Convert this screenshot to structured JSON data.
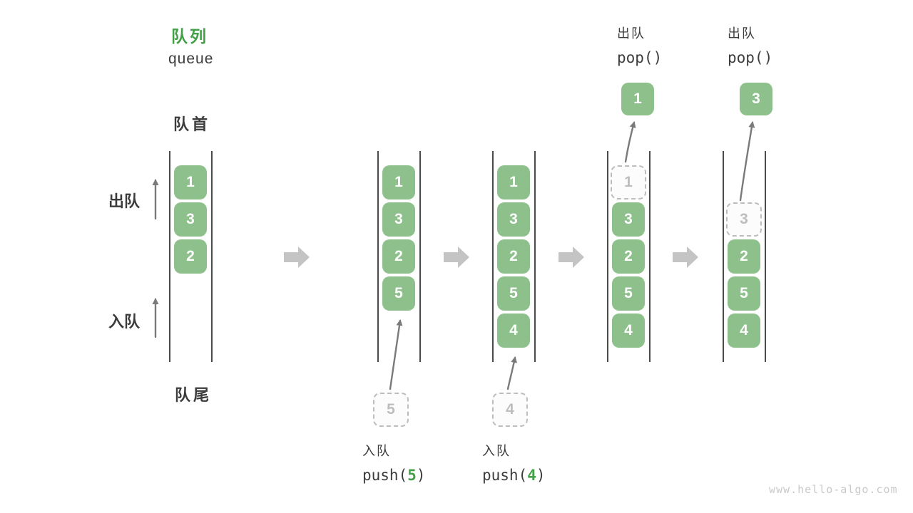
{
  "title": {
    "zh": "队列",
    "en": "queue"
  },
  "side_labels": {
    "front": "队首",
    "rear": "队尾",
    "dequeue": "出队",
    "enqueue": "入队"
  },
  "colors": {
    "accent_green": "#43A047",
    "box_green": "#8DC08B",
    "text_dark": "#3C3C3C",
    "step_arrow_gray": "#C4C4C4",
    "thin_arrow_gray": "#7A7A7A",
    "dashed_gray": "#BDBDBD"
  },
  "states": [
    {
      "name": "initial",
      "cells": [
        {
          "row": 0,
          "value": "1",
          "type": "solid"
        },
        {
          "row": 1,
          "value": "3",
          "type": "solid"
        },
        {
          "row": 2,
          "value": "2",
          "type": "solid"
        }
      ]
    },
    {
      "name": "push-5",
      "op": {
        "label": "入队",
        "code_before": "push(",
        "code_value": "5",
        "code_after": ")"
      },
      "incoming_value": "5",
      "cells": [
        {
          "row": 0,
          "value": "1",
          "type": "solid"
        },
        {
          "row": 1,
          "value": "3",
          "type": "solid"
        },
        {
          "row": 2,
          "value": "2",
          "type": "solid"
        },
        {
          "row": 3,
          "value": "5",
          "type": "solid"
        }
      ]
    },
    {
      "name": "push-4",
      "op": {
        "label": "入队",
        "code_before": "push(",
        "code_value": "4",
        "code_after": ")"
      },
      "incoming_value": "4",
      "cells": [
        {
          "row": 0,
          "value": "1",
          "type": "solid"
        },
        {
          "row": 1,
          "value": "3",
          "type": "solid"
        },
        {
          "row": 2,
          "value": "2",
          "type": "solid"
        },
        {
          "row": 3,
          "value": "5",
          "type": "solid"
        },
        {
          "row": 4,
          "value": "4",
          "type": "solid"
        }
      ]
    },
    {
      "name": "pop-1",
      "op": {
        "label": "出队",
        "code": "pop()"
      },
      "popped_value": "1",
      "cells": [
        {
          "row": 0,
          "value": "1",
          "type": "dashed"
        },
        {
          "row": 1,
          "value": "3",
          "type": "solid"
        },
        {
          "row": 2,
          "value": "2",
          "type": "solid"
        },
        {
          "row": 3,
          "value": "5",
          "type": "solid"
        },
        {
          "row": 4,
          "value": "4",
          "type": "solid"
        }
      ]
    },
    {
      "name": "pop-3",
      "op": {
        "label": "出队",
        "code": "pop()"
      },
      "popped_value": "3",
      "cells": [
        {
          "row": 1,
          "value": "3",
          "type": "dashed"
        },
        {
          "row": 2,
          "value": "2",
          "type": "solid"
        },
        {
          "row": 3,
          "value": "5",
          "type": "solid"
        },
        {
          "row": 4,
          "value": "4",
          "type": "solid"
        }
      ]
    }
  ],
  "watermark": "www.hello-algo.com"
}
